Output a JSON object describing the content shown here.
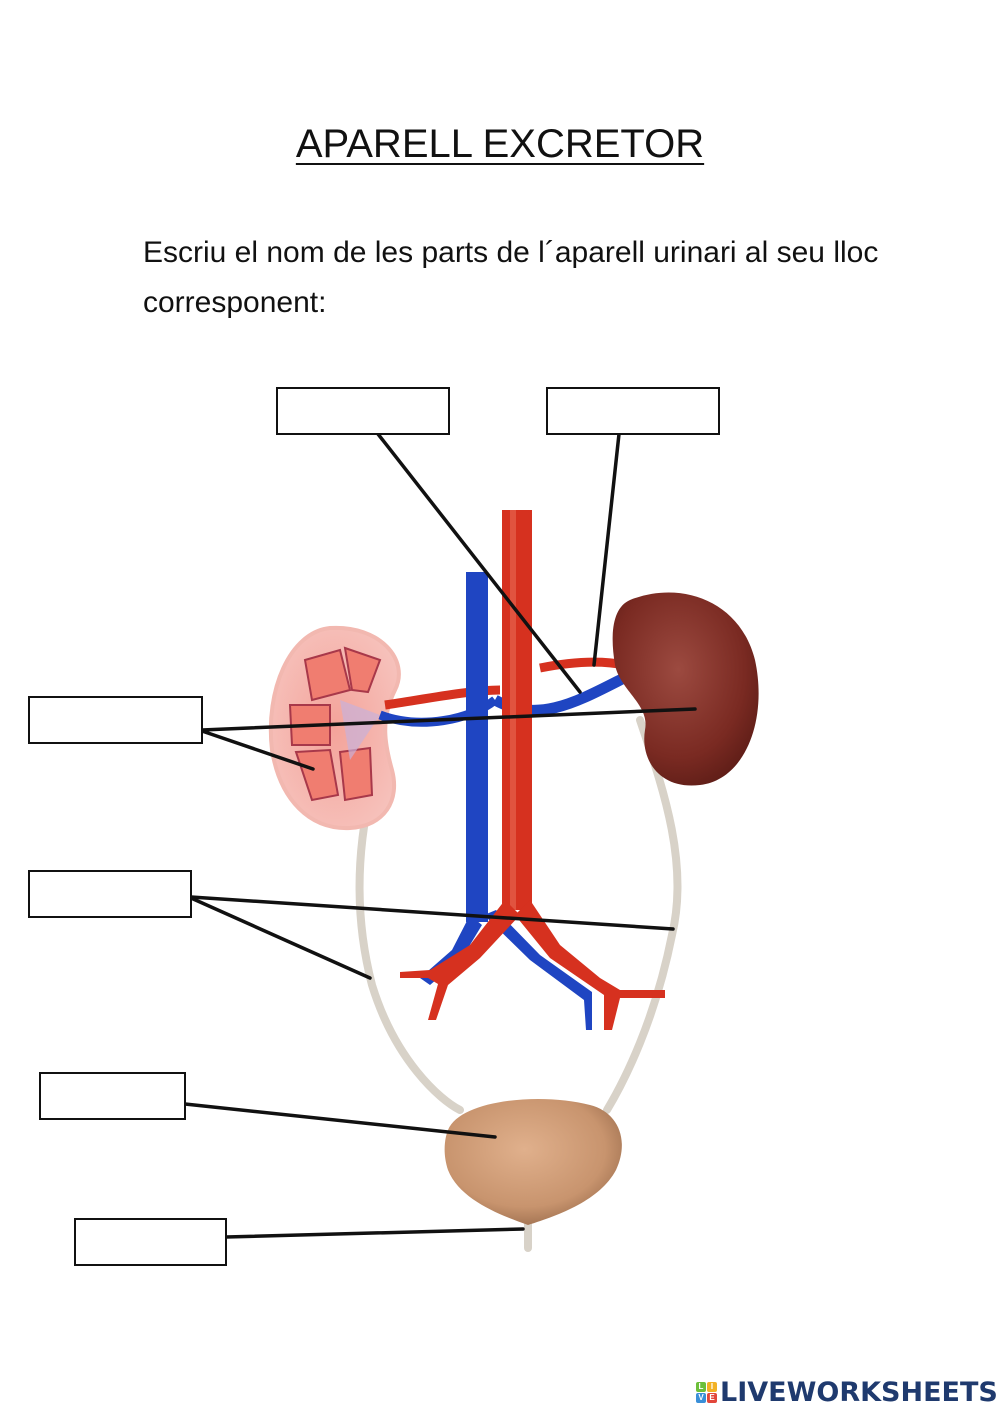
{
  "document": {
    "title": "APARELL EXCRETOR",
    "instruction": "Escriu el nom de les parts de l´aparell urinari al seu lloc corresponent:"
  },
  "answer_boxes": [
    {
      "id": "box-top-left",
      "value": "",
      "placeholder": ""
    },
    {
      "id": "box-top-right",
      "value": "",
      "placeholder": ""
    },
    {
      "id": "box-kidney",
      "value": "",
      "placeholder": ""
    },
    {
      "id": "box-ureter",
      "value": "",
      "placeholder": ""
    },
    {
      "id": "box-bladder",
      "value": "",
      "placeholder": ""
    },
    {
      "id": "box-urethra",
      "value": "",
      "placeholder": ""
    }
  ],
  "colors": {
    "artery": "#d6311f",
    "vein": "#1f45c2",
    "kidney": "#7a2a22",
    "kidney_section": "#f28a80",
    "bladder": "#c8946e",
    "ureter": "#d8d2c8",
    "logo": "#1f3a6e"
  },
  "branding": {
    "logo_text": "LIVEWORKSHEETS",
    "logo_mark": [
      "L",
      "I",
      "V",
      "E"
    ]
  }
}
